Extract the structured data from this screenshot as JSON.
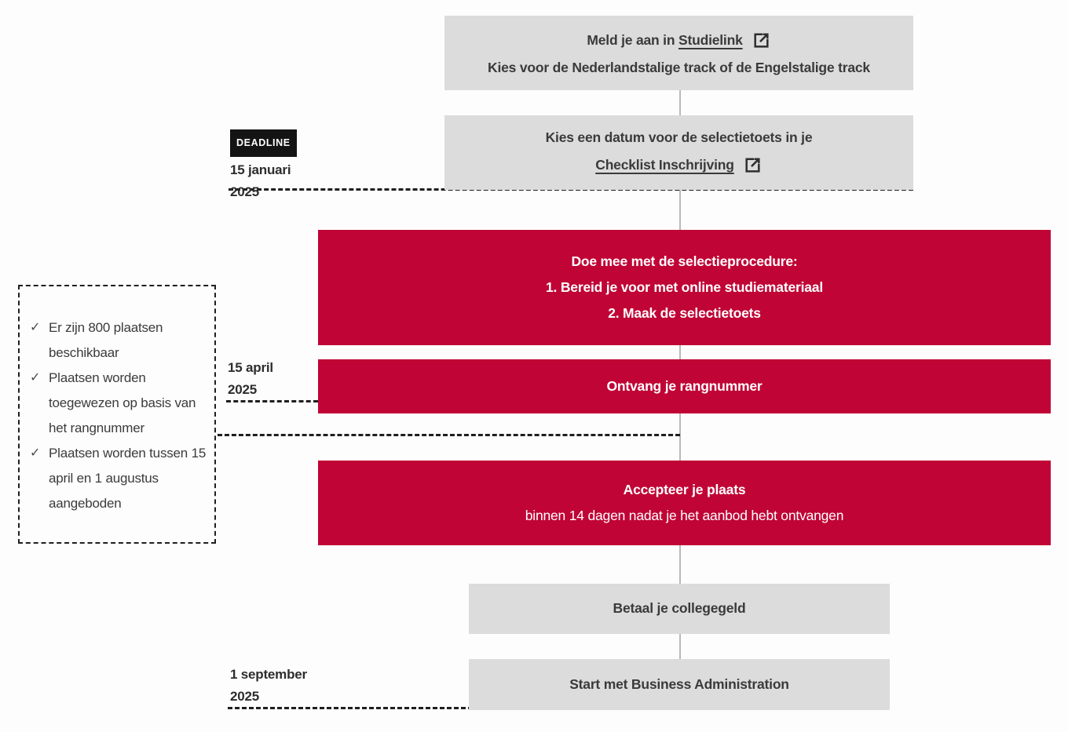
{
  "diagram_title": "Business Administration application timeline",
  "colors": {
    "red": "#c00435",
    "gray_box": "#dcdcdc",
    "text_dark": "#3a3a3a",
    "badge_bg": "#141414"
  },
  "steps": {
    "signup": {
      "line1_prefix": "Meld je aan in ",
      "link_label": "Studielink",
      "line2": "Kies voor de Nederlandstalige track of de Engelstalige track"
    },
    "testdate": {
      "line1": "Kies een datum voor de selectietoets in je",
      "link_label": "Checklist Inschrijving"
    },
    "selection": {
      "line1": "Doe mee met de selectieprocedure:",
      "line2": "1. Bereid je voor met online studiemateriaal",
      "line3": "2. Maak de selectietoets"
    },
    "ranknumber": {
      "line1": "Ontvang je rangnummer"
    },
    "accept": {
      "line1": "Accepteer je plaats",
      "line2": "binnen 14 dagen nadat je het aanbod hebt ontvangen"
    },
    "pay": {
      "line1": "Betaal je collegegeld"
    },
    "start": {
      "line1": "Start met Business Administration"
    }
  },
  "deadline": {
    "badge": "DEADLINE",
    "date_line1": "15 januari",
    "date_line2": "2025"
  },
  "milestones": {
    "april": {
      "line1": "15 april",
      "line2": "2025"
    },
    "september": {
      "line1": "1 september",
      "line2": "2025"
    }
  },
  "info_box": {
    "check_icon": "✓",
    "items": [
      "Er zijn 800 plaatsen beschikbaar",
      "Plaatsen worden toegewezen op basis van het rangnummer",
      "Plaatsen worden tussen 15 april en 1 augustus aangeboden"
    ]
  },
  "icons": {
    "external_link": "external-link-icon"
  }
}
